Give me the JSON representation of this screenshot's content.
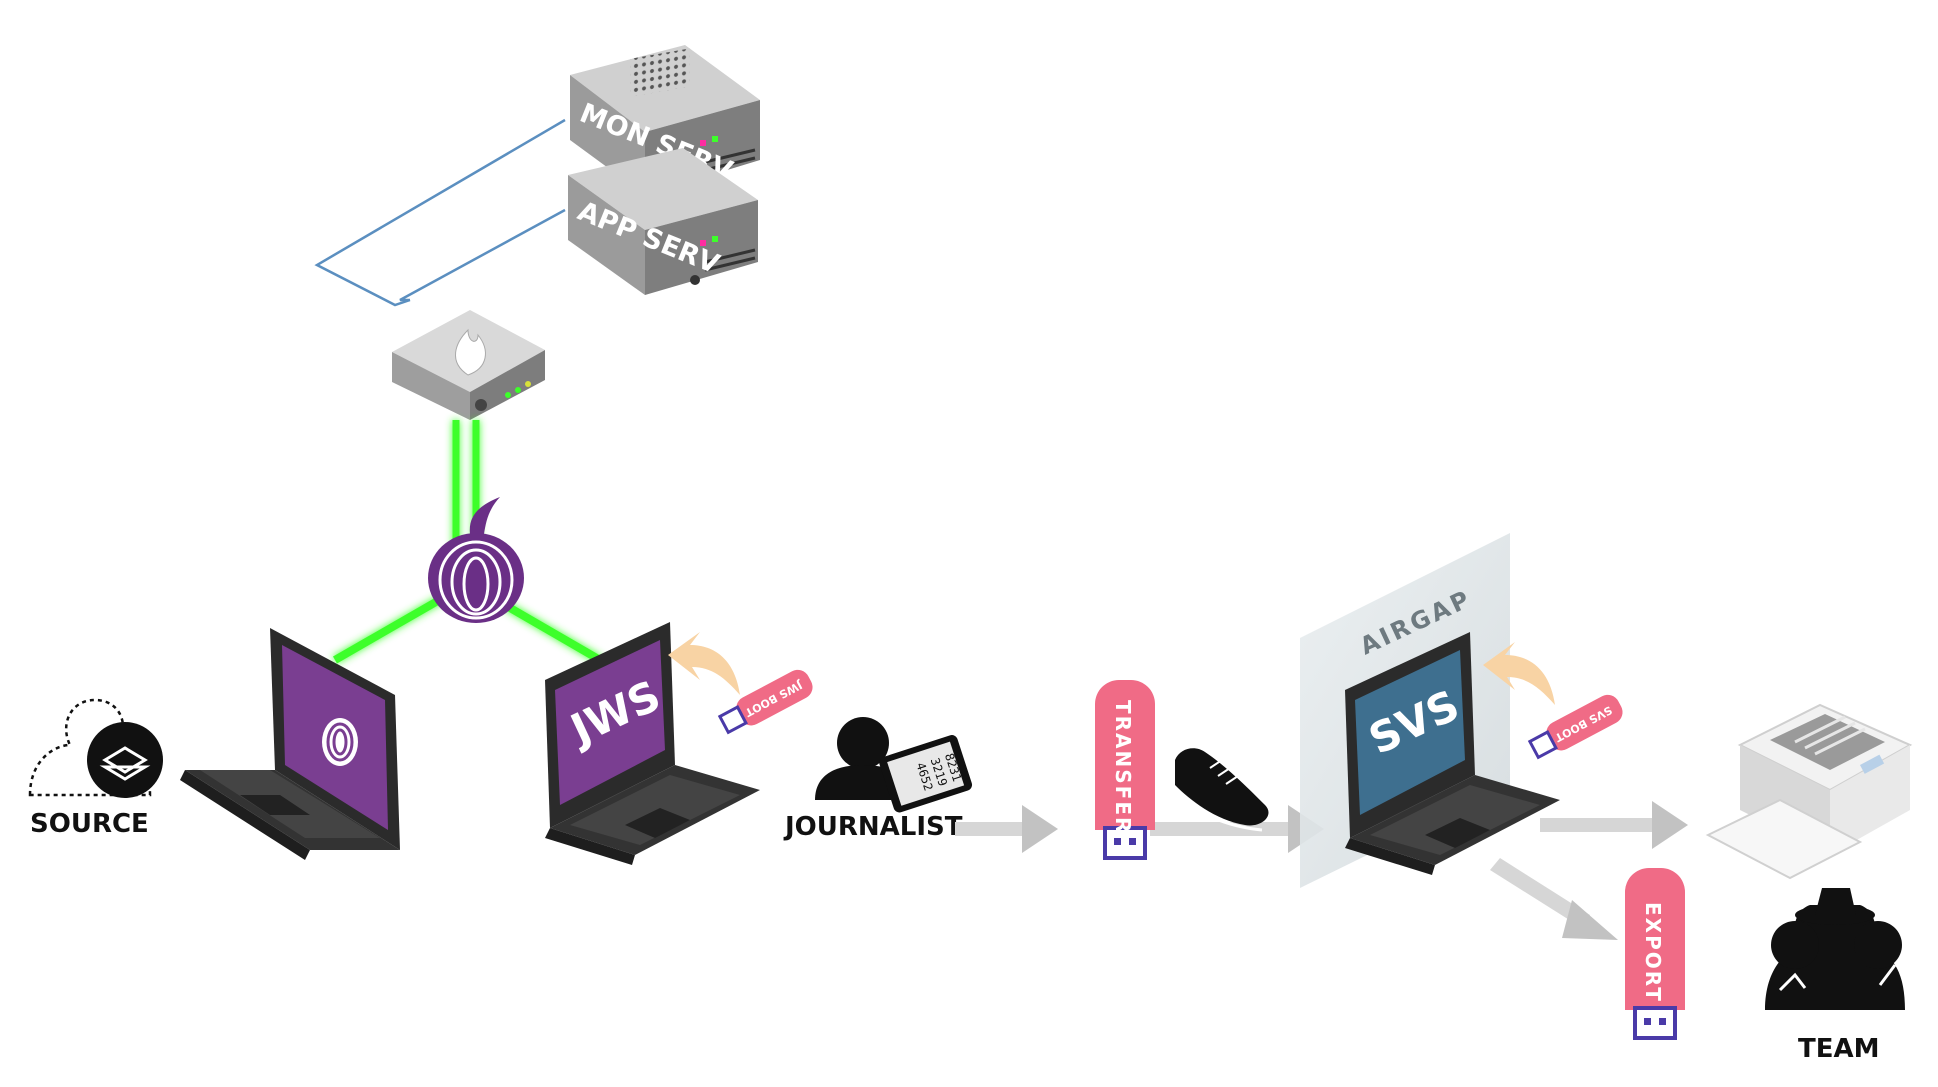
{
  "labels": {
    "mon_serv": "MON SERV",
    "app_serv": "APP SERV",
    "source": "SOURCE",
    "journalist": "JOURNALIST",
    "jws": "JWS",
    "jws_boot": "JWS BOOT",
    "transfer": "TRANSFER",
    "airgap": "AIRGAP",
    "svs": "SVS",
    "svs_boot": "SVS BOOT",
    "export": "EXPORT",
    "team": "TEAM",
    "code_line_1": "4652",
    "code_line_2": "3219",
    "code_line_3": "8231"
  },
  "colors": {
    "tor_link": "#3dff2a",
    "admin_link": "#5b8fc0",
    "usb_pink": "#f06b86",
    "tor_purple": "#7a3e91",
    "svs_blue": "#3e6f8f",
    "server_gray": "#9a9a9a",
    "arrow_gray": "#c8c8c8",
    "hand_peach": "#f8d3a4"
  },
  "icons": [
    "server-icon",
    "firewall-icon",
    "onion-icon",
    "laptop-icon",
    "usb-drive-icon",
    "person-icon",
    "phone-icon",
    "shoe-icon",
    "printer-icon",
    "team-icon",
    "tor-browser-icon",
    "arrow-icon"
  ]
}
